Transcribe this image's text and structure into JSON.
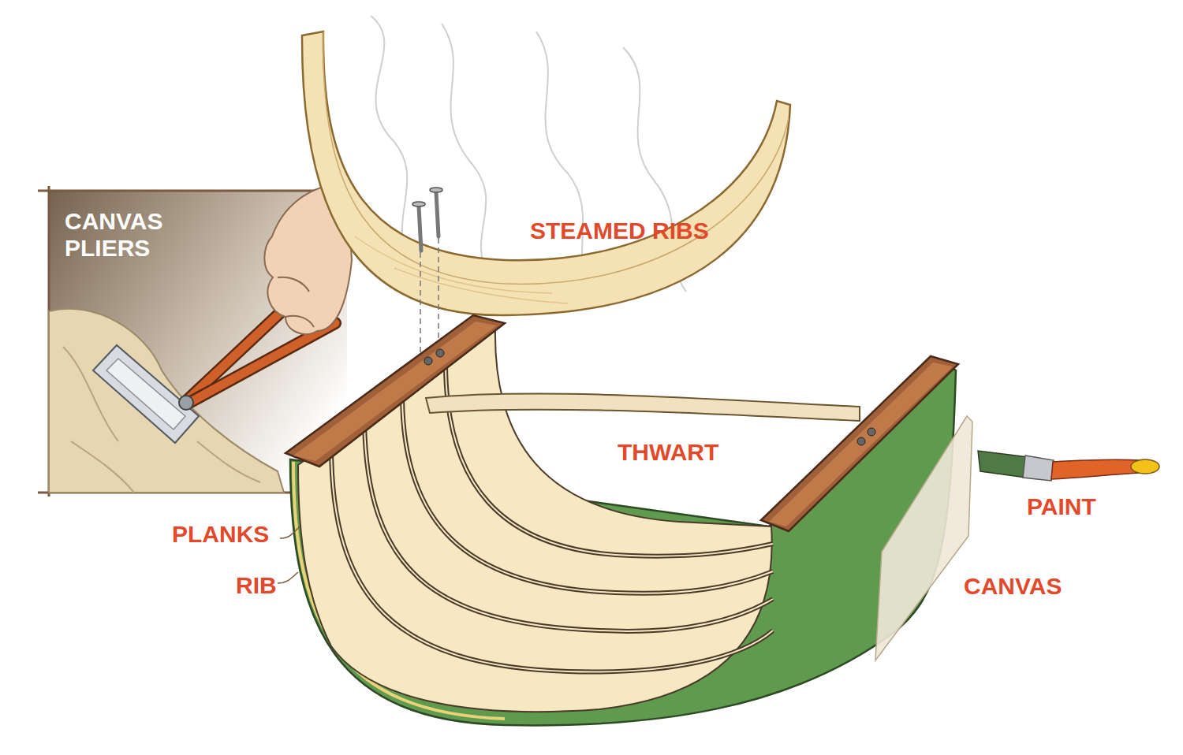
{
  "diagram": {
    "nodes": [
      {
        "text": [
          "CANVAS PLIERS"
        ]
      }
    ],
    "labels": [
      "STEAMED RIBS",
      "THWART",
      "PLANKS",
      "RIB",
      "PAINT",
      "CANVAS"
    ]
  }
}
